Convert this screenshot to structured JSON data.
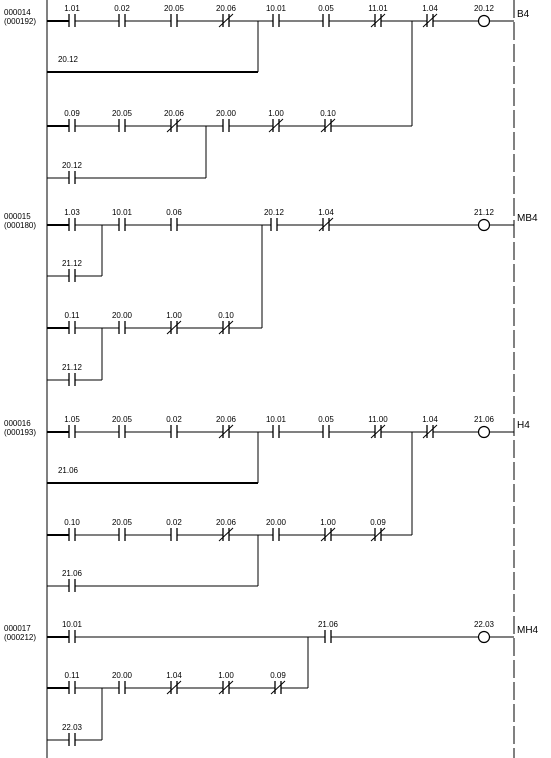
{
  "rungs": [
    {
      "step": "000014",
      "addr": "(000192)",
      "output_name": "B4",
      "coil": {
        "label": "20.12"
      },
      "contacts": [
        {
          "label": "1.01",
          "nc": false
        },
        {
          "label": "0.02",
          "nc": false
        },
        {
          "label": "20.05",
          "nc": false
        },
        {
          "label": "20.06",
          "nc": true
        },
        {
          "label": "20.12",
          "nc": false
        },
        {
          "label": "10.01",
          "nc": false
        },
        {
          "label": "0.05",
          "nc": false
        },
        {
          "label": "11.01",
          "nc": true
        },
        {
          "label": "1.04",
          "nc": true
        },
        {
          "label": "0.09",
          "nc": false
        },
        {
          "label": "20.05",
          "nc": false
        },
        {
          "label": "20.06",
          "nc": true
        },
        {
          "label": "20.00",
          "nc": false
        },
        {
          "label": "1.00",
          "nc": true
        },
        {
          "label": "0.10",
          "nc": true
        },
        {
          "label": "20.12",
          "nc": false
        }
      ]
    },
    {
      "step": "000015",
      "addr": "(000180)",
      "output_name": "MB4",
      "coil": {
        "label": "21.12"
      },
      "contacts": [
        {
          "label": "1.03",
          "nc": false
        },
        {
          "label": "10.01",
          "nc": false
        },
        {
          "label": "0.06",
          "nc": false
        },
        {
          "label": "21.12",
          "nc": false
        },
        {
          "label": "20.12",
          "nc": false
        },
        {
          "label": "1.04",
          "nc": true
        },
        {
          "label": "0.11",
          "nc": false
        },
        {
          "label": "20.00",
          "nc": false
        },
        {
          "label": "1.00",
          "nc": true
        },
        {
          "label": "0.10",
          "nc": true
        },
        {
          "label": "21.12",
          "nc": false
        }
      ]
    },
    {
      "step": "000016",
      "addr": "(000193)",
      "output_name": "H4",
      "coil": {
        "label": "21.06"
      },
      "contacts": [
        {
          "label": "1.05",
          "nc": false
        },
        {
          "label": "20.05",
          "nc": false
        },
        {
          "label": "0.02",
          "nc": false
        },
        {
          "label": "20.06",
          "nc": true
        },
        {
          "label": "21.06",
          "nc": false
        },
        {
          "label": "10.01",
          "nc": false
        },
        {
          "label": "0.05",
          "nc": false
        },
        {
          "label": "11.00",
          "nc": true
        },
        {
          "label": "1.04",
          "nc": true
        },
        {
          "label": "0.10",
          "nc": false
        },
        {
          "label": "20.05",
          "nc": false
        },
        {
          "label": "0.02",
          "nc": false
        },
        {
          "label": "20.06",
          "nc": true
        },
        {
          "label": "20.00",
          "nc": false
        },
        {
          "label": "1.00",
          "nc": true
        },
        {
          "label": "0.09",
          "nc": true
        },
        {
          "label": "21.06",
          "nc": false
        }
      ]
    },
    {
      "step": "000017",
      "addr": "(000212)",
      "output_name": "MH4",
      "coil": {
        "label": "22.03"
      },
      "contacts": [
        {
          "label": "10.01",
          "nc": false
        },
        {
          "label": "21.06",
          "nc": false
        },
        {
          "label": "0.11",
          "nc": false
        },
        {
          "label": "20.00",
          "nc": false
        },
        {
          "label": "1.04",
          "nc": true
        },
        {
          "label": "1.00",
          "nc": true
        },
        {
          "label": "0.09",
          "nc": true
        },
        {
          "label": "22.03",
          "nc": false
        }
      ]
    }
  ]
}
